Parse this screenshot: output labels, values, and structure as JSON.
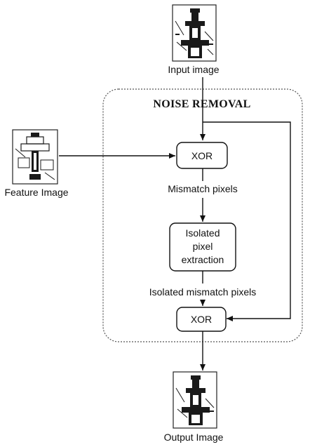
{
  "diagram": {
    "group_title": "NOISE REMOVAL",
    "inputs": {
      "input_image_label": "Input image",
      "feature_image_label": "Feature Image"
    },
    "nodes": {
      "xor_top": "XOR",
      "isolated_line1": "Isolated",
      "isolated_line2": "pixel",
      "isolated_line3": "extraction",
      "xor_bottom": "XOR"
    },
    "edge_labels": {
      "mismatch": "Mismatch pixels",
      "isolated_mismatch": "Isolated mismatch pixels"
    },
    "output": {
      "output_image_label": "Output Image"
    }
  }
}
